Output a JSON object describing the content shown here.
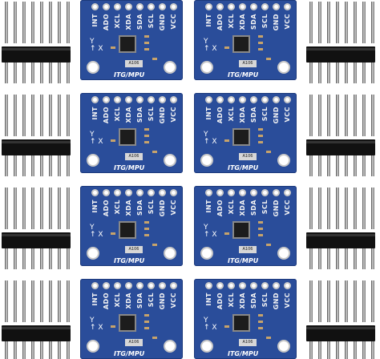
{
  "board": {
    "pin_labels": [
      "INT",
      "ADO",
      "XCL",
      "XDA",
      "SDA",
      "SCL",
      "GND",
      "VCC"
    ],
    "model_text": "ITG/MPU",
    "regulator_text": "A106",
    "axis_x": "X",
    "axis_y": "Y"
  },
  "colors": {
    "pcb": "#2a4d9a",
    "header": "#111111",
    "pin": "#c8c8c8"
  },
  "counts": {
    "boards": 8,
    "header_strips": 8
  }
}
